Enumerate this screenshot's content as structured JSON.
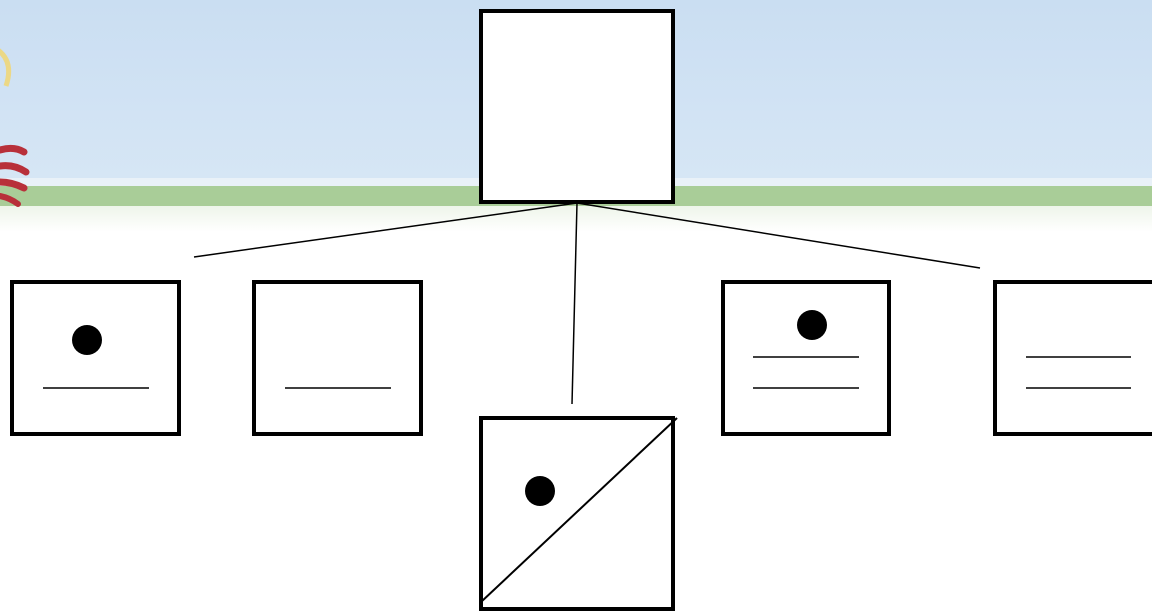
{
  "background": {
    "sky_color": "#cde0f3",
    "ground_stripe_color": "#a9cd98",
    "ground_color": "#ffffff",
    "ornament_color": "#b8303a",
    "sun_color": "#f2d66a"
  },
  "diagram": {
    "stroke_color": "#000000",
    "box_fill": "#ffffff",
    "root": {
      "name": "root-box"
    },
    "children": [
      {
        "name": "child-box-dot-line",
        "dot": true,
        "lines": 1,
        "diagonal": false
      },
      {
        "name": "child-box-line",
        "dot": false,
        "lines": 1,
        "diagonal": false
      },
      {
        "name": "child-box-dot-diagonal",
        "dot": true,
        "lines": 0,
        "diagonal": true
      },
      {
        "name": "child-box-dot-two-lines",
        "dot": true,
        "lines": 2,
        "diagonal": false
      },
      {
        "name": "child-box-two-lines",
        "dot": false,
        "lines": 2,
        "diagonal": false
      }
    ]
  }
}
